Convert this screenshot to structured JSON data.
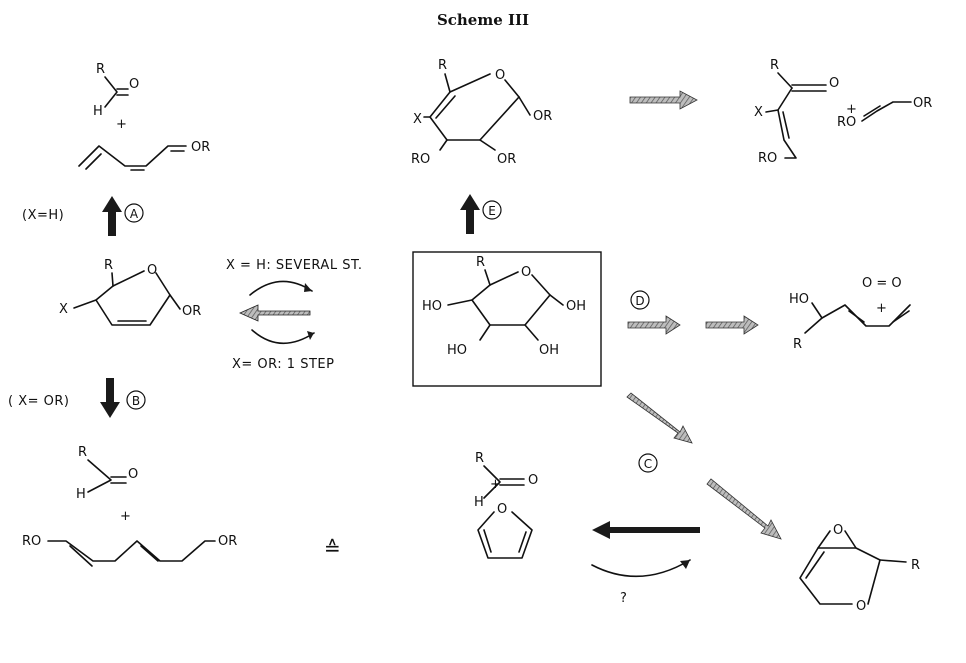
{
  "title": "Scheme III",
  "labels": {
    "R": "R",
    "H": "H",
    "O": "O",
    "X": "X",
    "OR": "OR",
    "RO": "RO",
    "HO": "HO",
    "OH": "OH",
    "plus": "+",
    "OeqO": "O = O",
    "equiv": "≙",
    "question": "?"
  },
  "conditions": {
    "x_h_route_a": "(X=H)",
    "x_or_route_b": "( X= OR)",
    "several_steps": "X = H:  SEVERAL ST.",
    "one_step": "X= OR:  1 STEP"
  },
  "routes": [
    "A",
    "B",
    "C",
    "D",
    "E"
  ]
}
